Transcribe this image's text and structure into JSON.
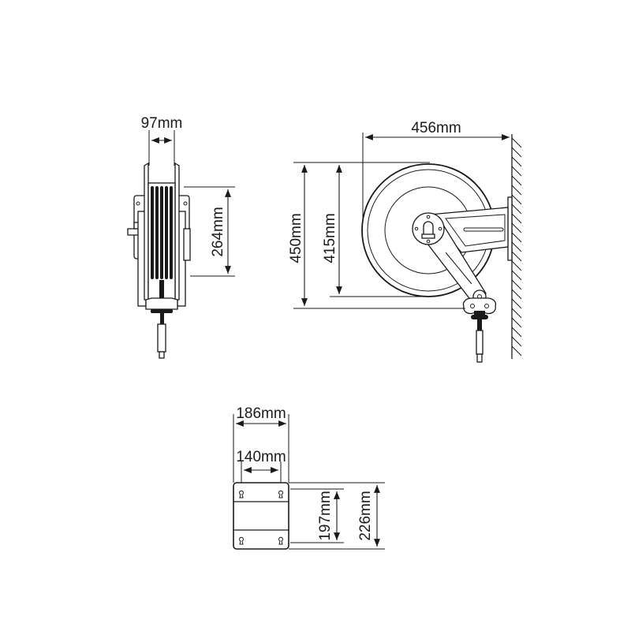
{
  "diagram": {
    "subject": "hose reel dimensional drawing",
    "colors": {
      "line": "#1a1a1a",
      "background": "#ffffff"
    }
  },
  "side_view": {
    "width_label": "97mm",
    "drum_height_label": "264mm"
  },
  "front_view": {
    "depth_label": "456mm",
    "overall_height_label": "450mm",
    "drum_diameter_label": "415mm"
  },
  "bracket_view": {
    "outer_width_label": "186mm",
    "hole_spacing_width_label": "140mm",
    "hole_spacing_height_label": "197mm",
    "outer_height_label": "226mm"
  }
}
